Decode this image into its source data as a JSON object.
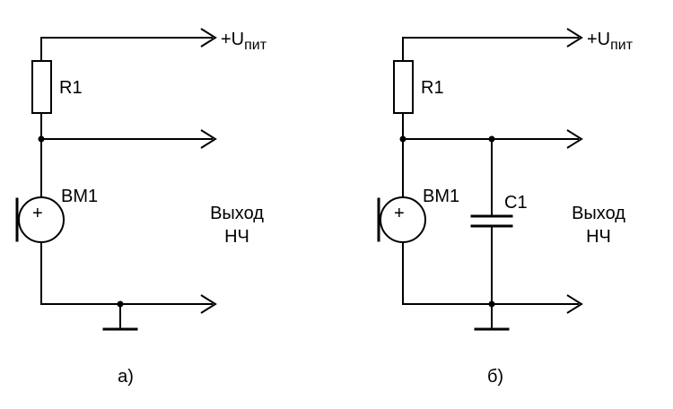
{
  "circuit_a": {
    "caption": "а)",
    "supply_label": "+U",
    "supply_subscript": "пит",
    "resistor_label": "R1",
    "mic_label": "BM1",
    "mic_polarity": "+",
    "output_label_line1": "Выход",
    "output_label_line2": "НЧ"
  },
  "circuit_b": {
    "caption": "б)",
    "supply_label": "+U",
    "supply_subscript": "пит",
    "resistor_label": "R1",
    "mic_label": "BM1",
    "mic_polarity": "+",
    "capacitor_label": "C1",
    "output_label_line1": "Выход",
    "output_label_line2": "НЧ"
  }
}
